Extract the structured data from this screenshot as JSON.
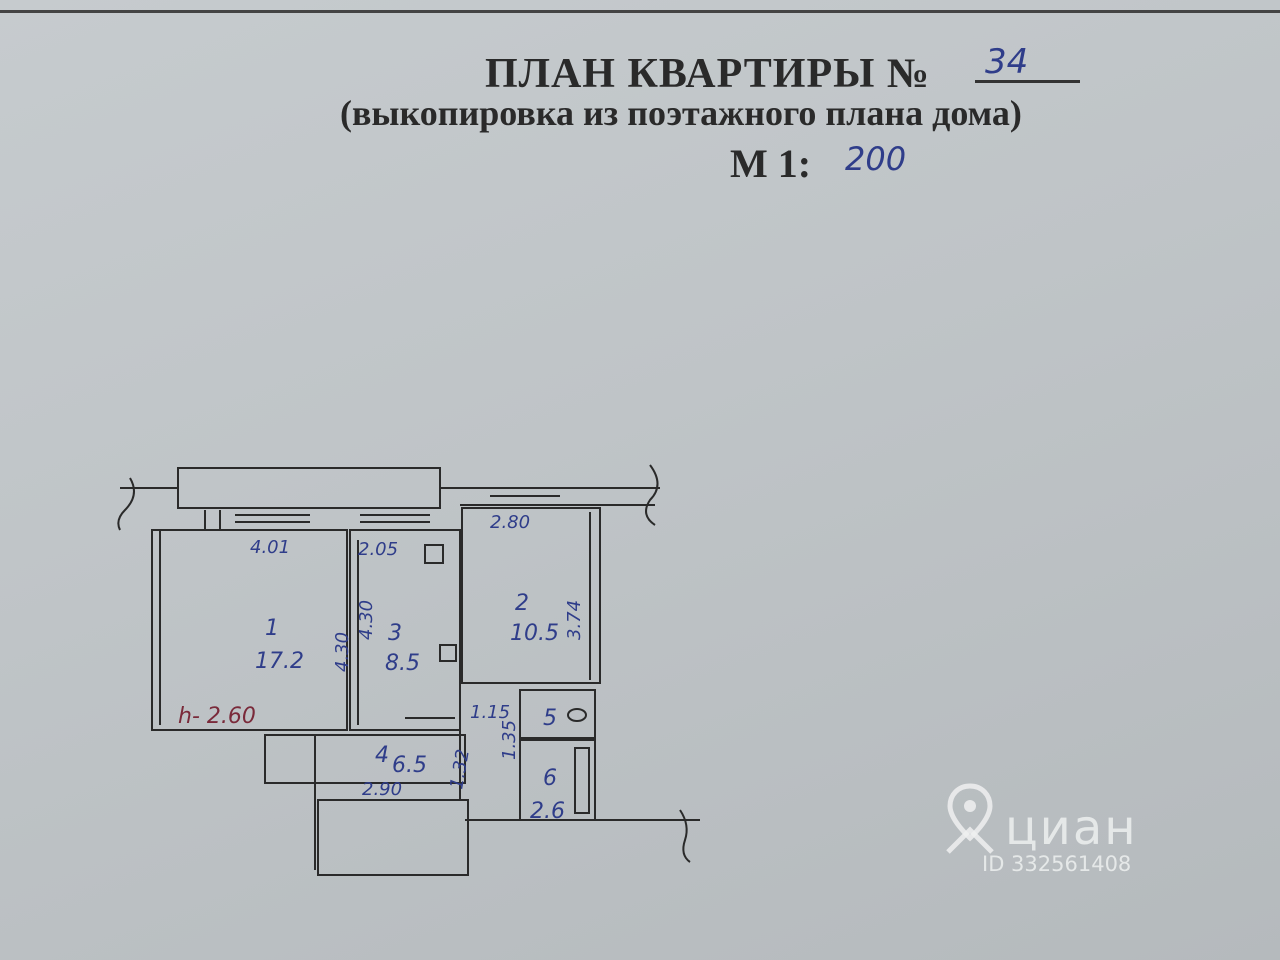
{
  "header": {
    "title": "ПЛАН КВАРТИРЫ №",
    "apartment_number": "34",
    "subtitle": "(выкопировка из поэтажного плана дома)",
    "scale_label": "М 1:",
    "scale_value": "200"
  },
  "plan": {
    "rooms": [
      {
        "number": "1",
        "area": "17.2"
      },
      {
        "number": "2",
        "area": "10.5"
      },
      {
        "number": "3",
        "area": "8.5"
      },
      {
        "number": "4",
        "area": "6.5"
      },
      {
        "number": "5",
        "area": ""
      },
      {
        "number": "6",
        "area": "2.6"
      }
    ],
    "dimensions": {
      "d_401": "4.01",
      "d_205": "2.05",
      "d_280": "2.80",
      "d_374": "3.74",
      "d_430a": "4.30",
      "d_430b": "4.30",
      "d_115": "1.15",
      "d_135": "1.35",
      "d_290": "2.90",
      "d_132": "1.32",
      "d_260": "h- 2.60"
    }
  },
  "watermark": {
    "brand": "циан",
    "id": "ID 332561408"
  },
  "colors": {
    "paper": "#c3c8cb",
    "ink": "#2a2a2a",
    "pen_blue": "#2f3d8a",
    "pen_red": "#7a2a3a",
    "watermark": "#eef0f0"
  }
}
